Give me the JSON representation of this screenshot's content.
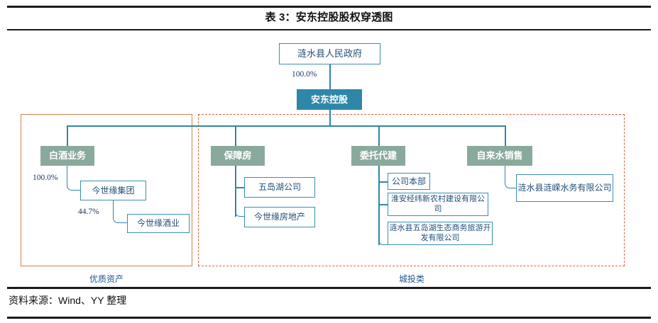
{
  "header": {
    "title": "表 3：安东控股股权穿透图"
  },
  "footer": {
    "source": "资料来源：Wind、YY 整理"
  },
  "groups": [
    {
      "id": "quality-assets",
      "label": "优质资产",
      "style": "solid",
      "color": "#D4804F"
    },
    {
      "id": "urban-investment",
      "label": "城投类",
      "style": "dashed",
      "color": "#E0603A"
    }
  ],
  "nodes": {
    "government": "涟水县人民政府",
    "root": "安东控股",
    "segments": {
      "liquor": "白酒业务",
      "affordable_housing": "保障房",
      "entrusted_construction": "委托代建",
      "water_sales": "自来水销售"
    },
    "liquor_children": [
      "今世缘集团",
      "今世缘酒业"
    ],
    "housing_children": [
      "五岛湖公司",
      "今世缘房地产"
    ],
    "construction_children": [
      "公司本部",
      "淮安经纬新农村建设有限公司",
      "涟水县五岛湖生态商务旅游开发有限公司"
    ],
    "water_children": [
      "涟水县涟嵘水务有限公司"
    ]
  },
  "percentages": {
    "gov_to_root": "100.0%",
    "liquor_to_group": "100.0%",
    "group_to_liquor_co": "44.7%"
  },
  "colors": {
    "root_fill": "#2E87A8",
    "segment_fill": "#8AA99D",
    "connector": "#2E87A8",
    "leaf_border": "#3A8FB0",
    "leaf_text": "#1F4E79",
    "solid_frame": "#D4804F",
    "dashed_frame": "#E0603A",
    "label_text": "#21578F"
  }
}
